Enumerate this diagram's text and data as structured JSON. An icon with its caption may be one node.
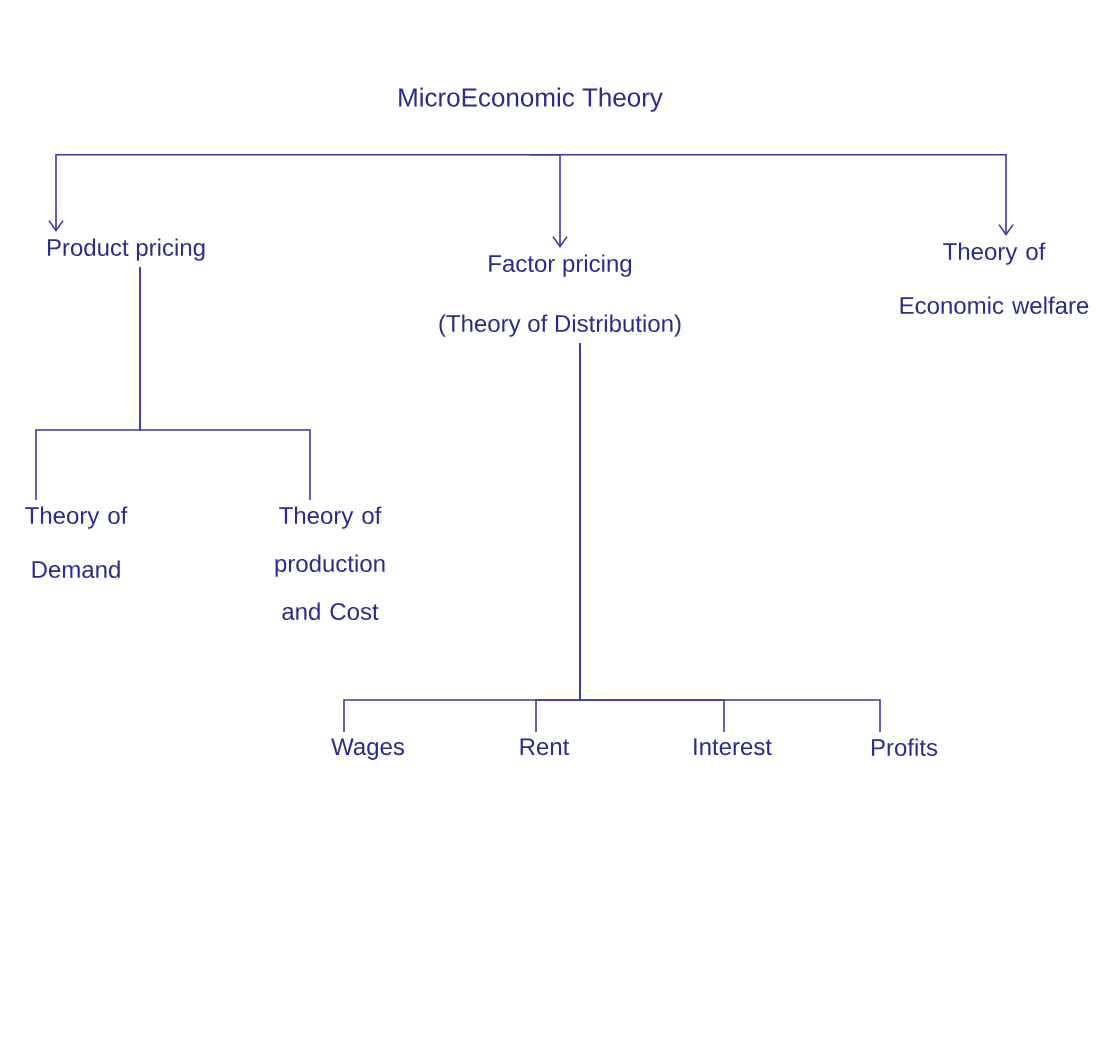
{
  "diagram": {
    "nodes": [
      {
        "text": [
          "MicroEconomic Theory"
        ]
      },
      {
        "text": [
          "Product pricing"
        ]
      },
      {
        "text": [
          "Factor pricing",
          "(Theory of Distribution)"
        ]
      },
      {
        "text": [
          "Theory of Economic welfare"
        ]
      },
      {
        "text": [
          "Theory of Demand"
        ]
      },
      {
        "text": [
          "Theory of production and Cost"
        ]
      },
      {
        "text": [
          "Wages"
        ]
      },
      {
        "text": [
          "Rent"
        ]
      },
      {
        "text": [
          "Interest"
        ]
      },
      {
        "text": [
          "Profits"
        ]
      }
    ],
    "edges": [
      {
        "from": 0,
        "to": 1,
        "arrow": "to"
      },
      {
        "from": 0,
        "to": 2,
        "arrow": "to"
      },
      {
        "from": 0,
        "to": 3,
        "arrow": "to"
      },
      {
        "from": 1,
        "to": 4,
        "arrow": "none"
      },
      {
        "from": 1,
        "to": 5,
        "arrow": "none"
      },
      {
        "from": 2,
        "to": 6,
        "arrow": "none"
      },
      {
        "from": 2,
        "to": 7,
        "arrow": "none"
      },
      {
        "from": 2,
        "to": 8,
        "arrow": "none"
      },
      {
        "from": 2,
        "to": 9,
        "arrow": "none"
      }
    ]
  }
}
